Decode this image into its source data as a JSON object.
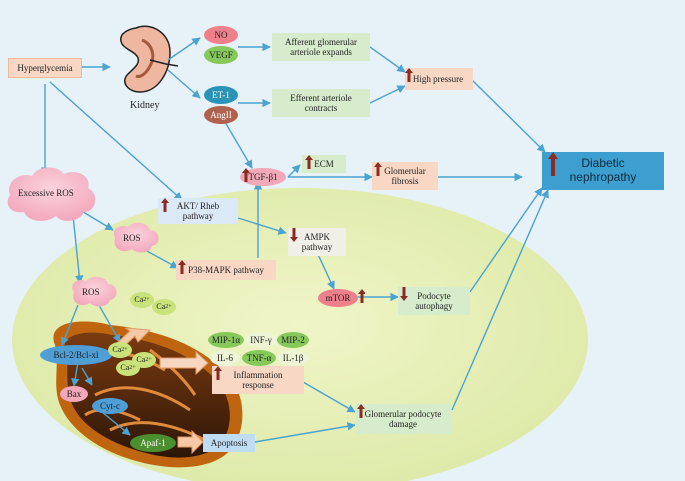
{
  "colors": {
    "background": "#e7f1f8",
    "arrow": "#4aa3d0",
    "up_arrow": "#8b2b22",
    "peach_box": "#f8d8c4",
    "green_box": "#d7eccc",
    "blue_box": "#dbe8f6",
    "ellipse": "#e7f0b6",
    "mito_outer": "#c0650f",
    "mito_inner": "#3c1f09",
    "diabetic_box": "#3d9fd0"
  },
  "nodes": {
    "hyperglycemia": "Hyperglycemia",
    "kidney": "Kidney",
    "no": "NO",
    "vegf": "VEGF",
    "et1": "ET-1",
    "angii": "AngII",
    "afferent": "Afferent glomerular\narteriole expands",
    "efferent": "Efferent arteriole\ncontracts",
    "high_pressure": "High pressure",
    "excessive_ros": "Excessive ROS",
    "tgf": "TGF-β1",
    "ecm": "ECM",
    "glomerular_fibrosis": "Glomerular\nfibrosis",
    "diabetic_nephropathy": "Diabetic\nnephropathy",
    "akt": "AKT/ Rheb\npathway",
    "ros_mid": "ROS",
    "ampk": "AMPK\npathway",
    "p38": "P38-MAPK pathway",
    "mtor": "mTOR",
    "podocyte_autophagy": "Podocyte\nautophagy",
    "ros_low": "ROS",
    "ca_a": "Ca",
    "ca_b": "Ca",
    "ca_sup": "2+",
    "bcl": "Bcl-2/Bcl-xl",
    "ca_in1": "Ca",
    "ca_in2": "Ca",
    "ca_in3": "Ca",
    "bax": "Bax",
    "cytc": "Cyt-c",
    "apaf": "Apaf-1",
    "apoptosis": "Apoptosis",
    "mip1a": "MIP-1α",
    "infg": "INF-γ",
    "mip2": "MIP-2",
    "il6": "IL-6",
    "tnfa": "TNF-α",
    "il1b": "IL-1β",
    "inflammation": "Inflammation\nresponse",
    "podocyte_damage": "Glomerular podocyte\ndamage"
  },
  "indicators": {
    "high_pressure": "up",
    "tgf": "up",
    "ecm": "up",
    "glomerular_fibrosis": "up",
    "diabetic_nephropathy": "up",
    "akt": "up",
    "ampk": "down",
    "p38": "up",
    "mtor": "up",
    "podocyte_autophagy": "down",
    "inflammation": "up",
    "podocyte_damage": "up"
  }
}
